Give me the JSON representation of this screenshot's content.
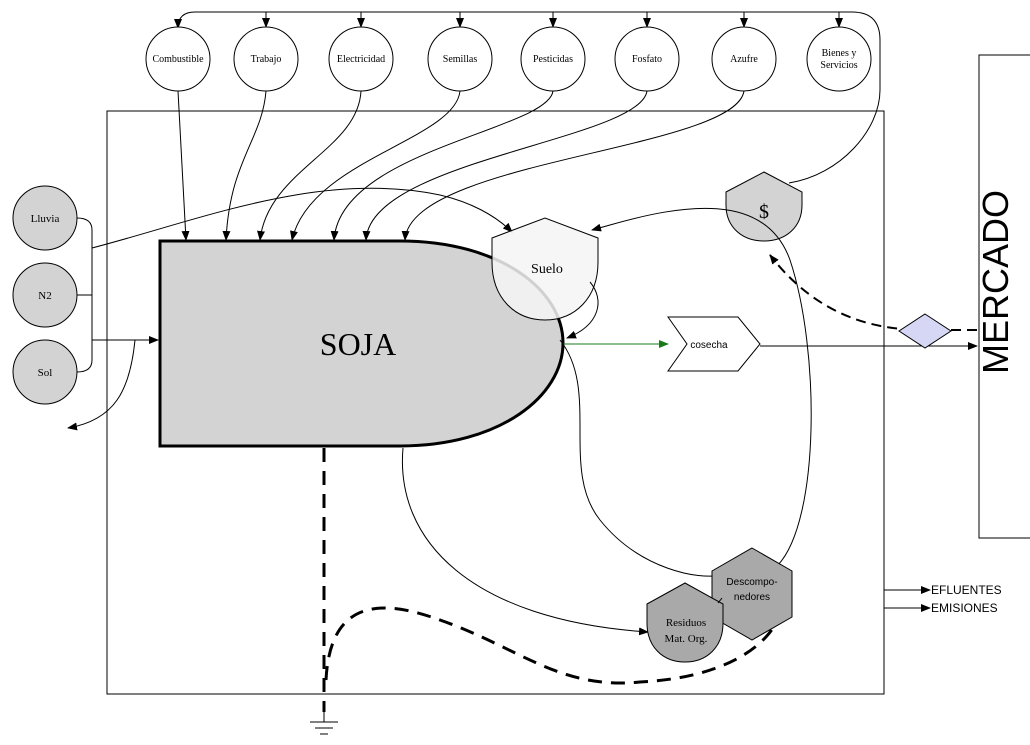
{
  "colors": {
    "line": "#000000",
    "source_fill": "#ffffff",
    "gray_fill": "#d3d3d3",
    "market_exchange": "#d6d6f5",
    "harvest_arrow": "#1a7a1a"
  },
  "inputs_top": [
    "Combustible",
    "Trabajo",
    "Electricidad",
    "Semillas",
    "Pesticidas",
    "Fosfato",
    "Azufre",
    [
      "Bienes y",
      "Servicios"
    ]
  ],
  "inputs_left": [
    "Lluvia",
    "N2",
    "Sol"
  ],
  "producer": {
    "label": "SOJA"
  },
  "storage_soil": {
    "label": "Suelo"
  },
  "harvest": {
    "label": "cosecha"
  },
  "money": {
    "label": "$"
  },
  "market": {
    "label": "MERCADO"
  },
  "decomposers": {
    "label": [
      "Descompo-",
      "nedores"
    ]
  },
  "residues": {
    "label": [
      "Residuos",
      "Mat. Org."
    ]
  },
  "outputs": [
    "EFLUENTES",
    "EMISIONES"
  ],
  "icons": {
    "heat_sink": "ground-icon",
    "exchange": "diamond-icon"
  }
}
